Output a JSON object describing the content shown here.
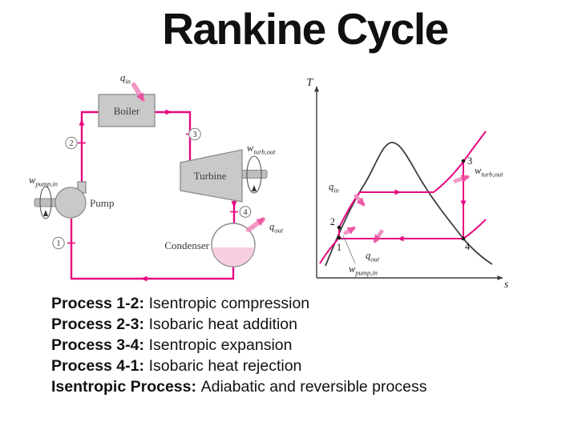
{
  "title": "Rankine Cycle",
  "colors": {
    "pipe_pink": "#e60880",
    "fuzzy_arrow_pink": "#ec459b",
    "component_gray": "#c9c9c9",
    "component_border": "#8a8a8a",
    "liquid_pink": "#f6cfe2",
    "curve_black": "#3f3f3f",
    "text_black": "#111111"
  },
  "schematic": {
    "boiler": "Boiler",
    "turbine": "Turbine",
    "pump": "Pump",
    "condenser": "Condenser",
    "q_in": {
      "base": "q",
      "sub": "in"
    },
    "q_out": {
      "base": "q",
      "sub": "out"
    },
    "w_pump": {
      "base": "w",
      "sub": "pump,in"
    },
    "w_turb": {
      "base": "w",
      "sub": "turb,out"
    },
    "states": {
      "s1": "1",
      "s2": "2",
      "s3": "3",
      "s4": "4"
    }
  },
  "ts": {
    "t_label": "T",
    "s_label": "s",
    "q_in": {
      "base": "q",
      "sub": "in"
    },
    "q_out": {
      "base": "q",
      "sub": "out"
    },
    "w_pump": {
      "base": "w",
      "sub": "pump,in"
    },
    "w_turb": {
      "base": "w",
      "sub": "turb,out"
    },
    "points": {
      "p1": "1",
      "p2": "2",
      "p3": "3",
      "p4": "4"
    }
  },
  "processes": [
    {
      "label": "Process 1-2:",
      "desc": "Isentropic compression"
    },
    {
      "label": "Process 2-3:",
      "desc": "Isobaric heat addition"
    },
    {
      "label": "Process 3-4:",
      "desc": "Isentropic expansion"
    },
    {
      "label": "Process 4-1:",
      "desc": "Isobaric  heat rejection"
    },
    {
      "label": "Isentropic Process:",
      "desc": "Adiabatic and reversible process"
    }
  ]
}
